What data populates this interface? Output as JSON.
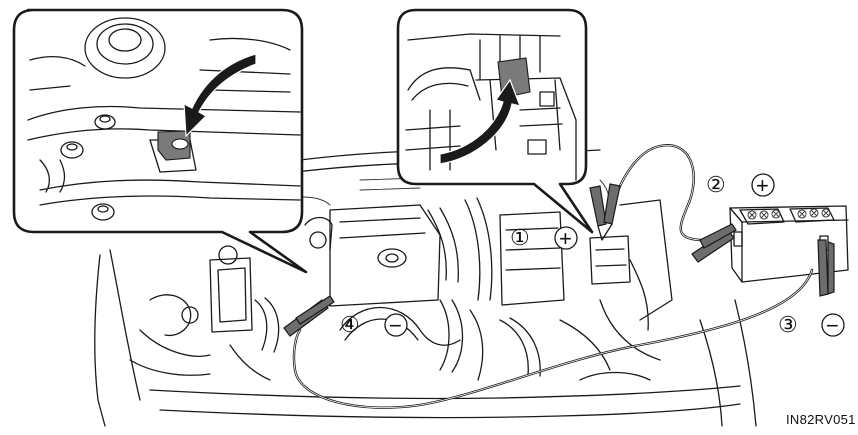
{
  "figure": {
    "code": "IN82RV051",
    "labels": [
      {
        "id": "1",
        "number": "①",
        "sign": "+"
      },
      {
        "id": "2",
        "number": "②",
        "sign": "+"
      },
      {
        "id": "3",
        "number": "③",
        "sign": "−"
      },
      {
        "id": "4",
        "number": "④",
        "sign": "−"
      }
    ]
  }
}
